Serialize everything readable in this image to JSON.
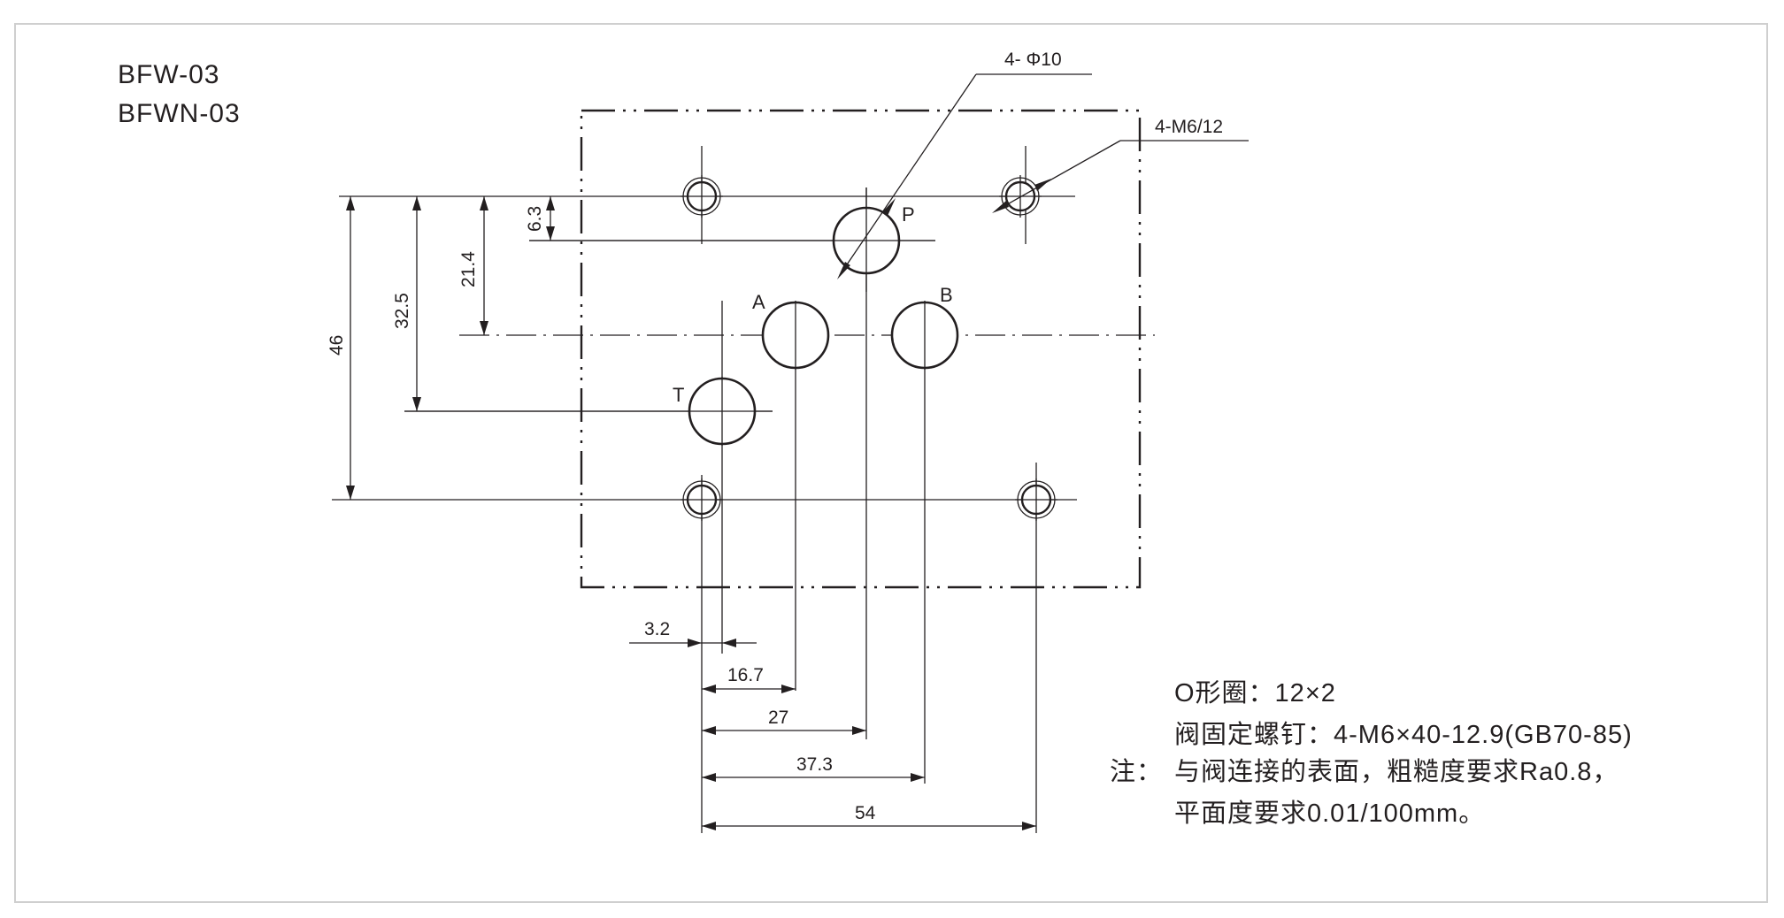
{
  "models": [
    "BFW-03",
    "BFWN-03"
  ],
  "callouts": {
    "port_holes": "4- Φ10",
    "screw_holes": "4-M6/12"
  },
  "ports": {
    "p": "P",
    "a": "A",
    "b": "B",
    "t": "T"
  },
  "vertical_dims": {
    "d63": "6.3",
    "d214": "21.4",
    "d325": "32.5",
    "d46": "46"
  },
  "horizontal_dims": {
    "d32": "3.2",
    "d167": "16.7",
    "d27": "27",
    "d373": "37.3",
    "d54": "54"
  },
  "notes": {
    "oring": "O形圈：12×2",
    "screw": "阀固定螺钉：4-M6×40-12.9(GB70-85)",
    "prefix": "注：",
    "line1": "与阀连接的表面，粗糙度要求Ra0.8，",
    "line2": "平面度要求0.01/100mm。"
  }
}
